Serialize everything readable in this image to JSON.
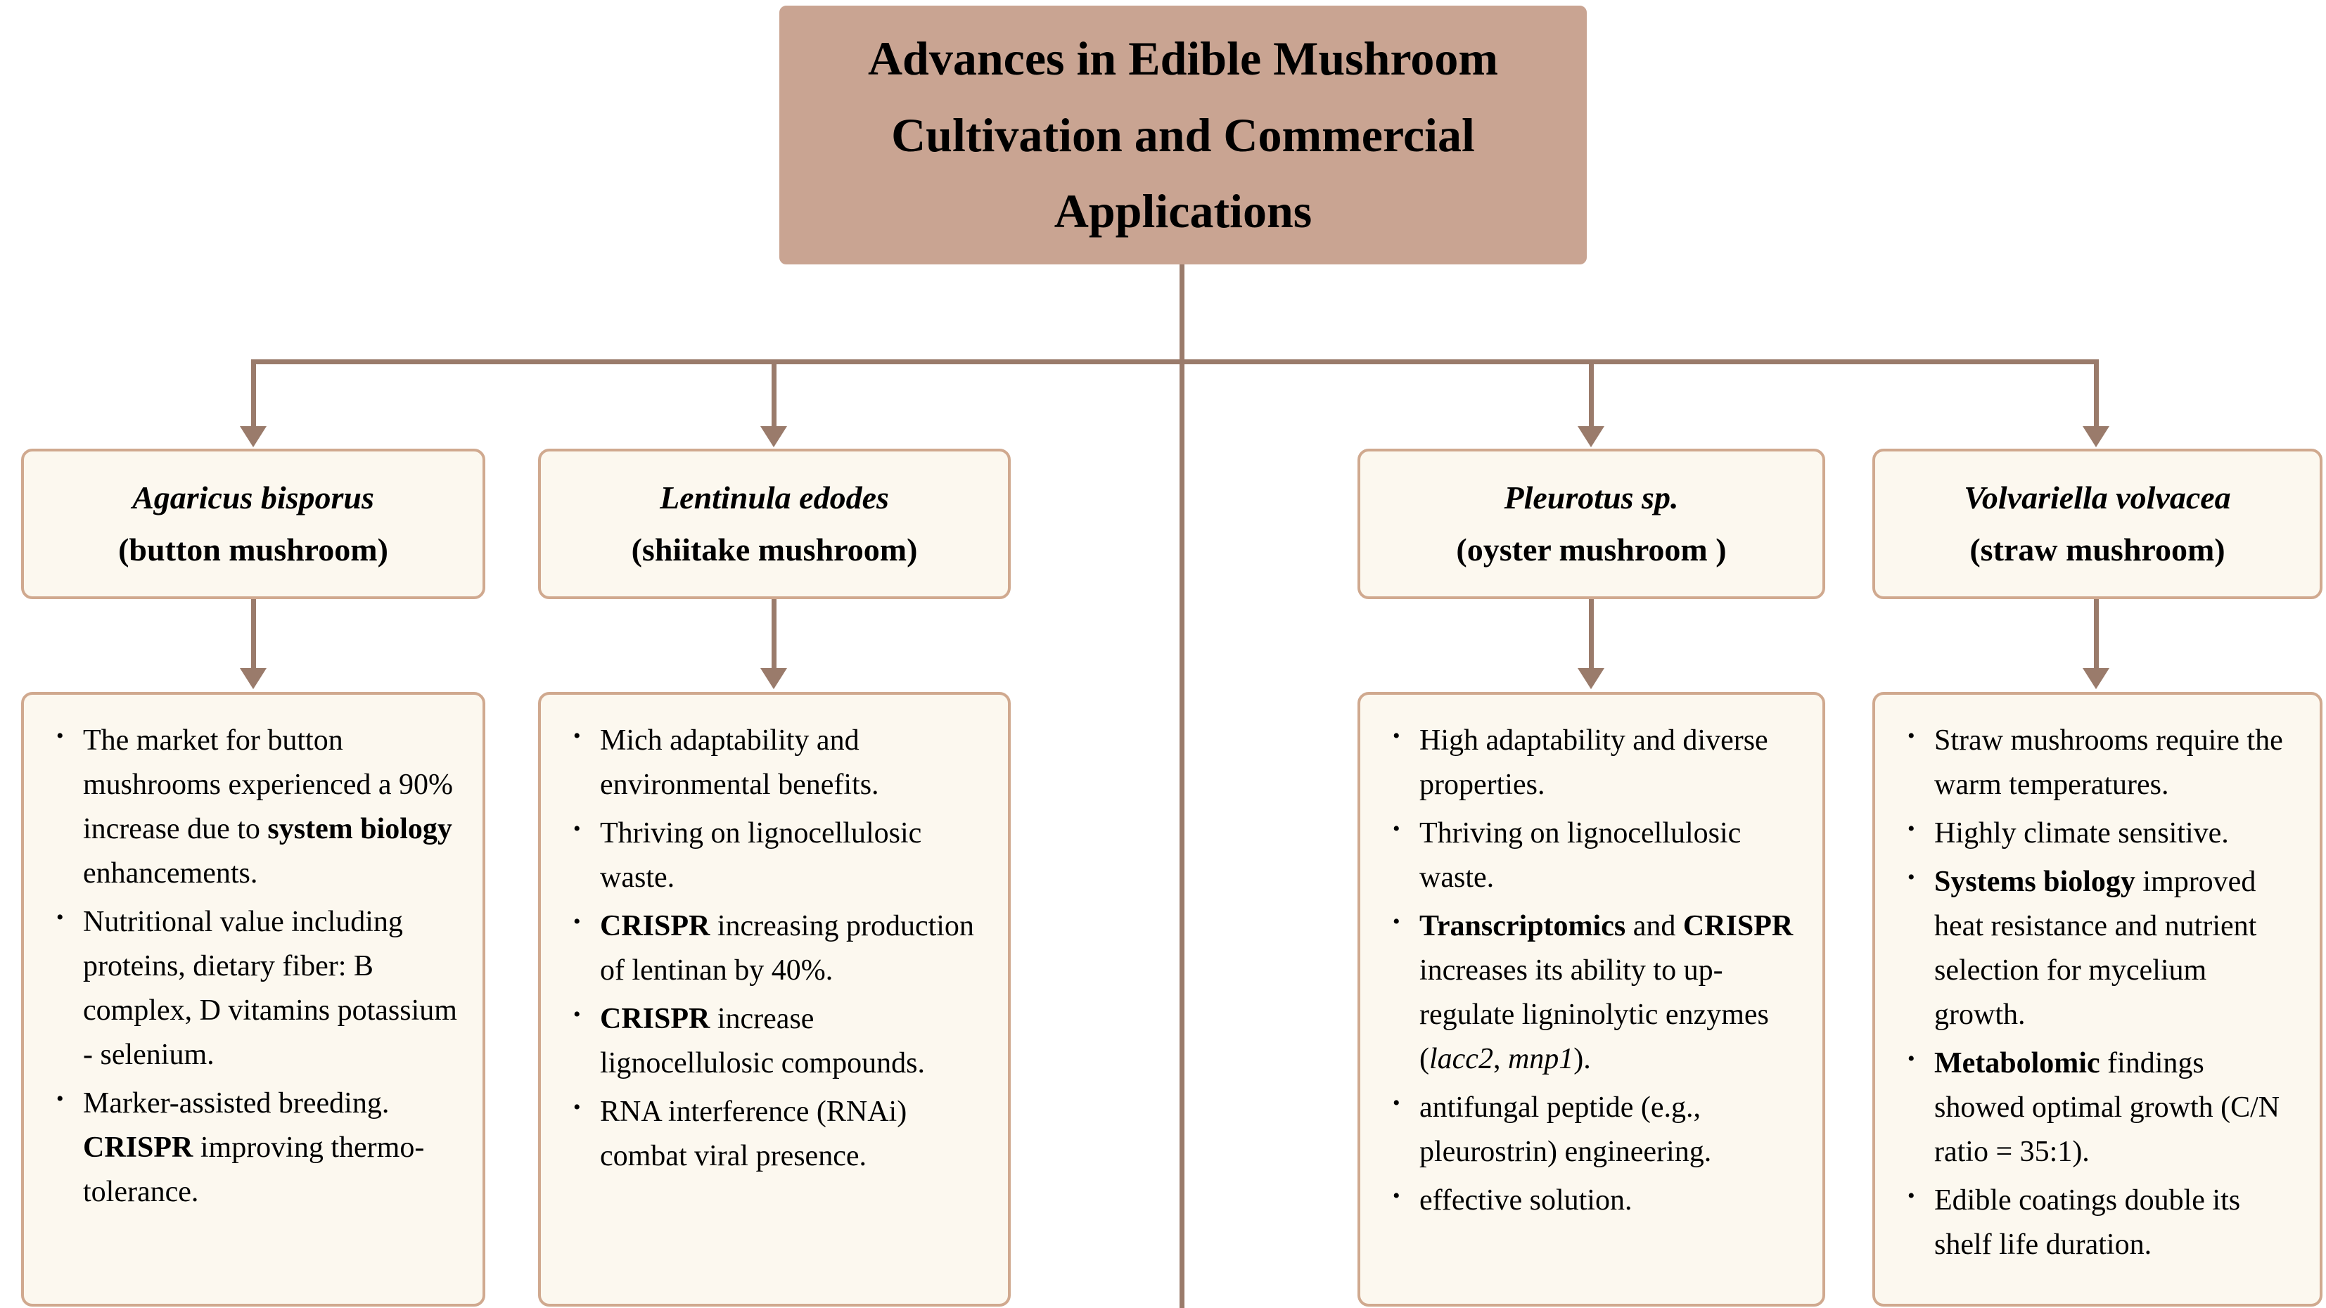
{
  "title": "Advances in Edible Mushroom Cultivation and Commercial Applications",
  "bullet_char": "•",
  "colors": {
    "title_bg": "#c9a492",
    "box_bg": "#fcf8ef",
    "box_border": "#d0a98f",
    "line": "#9a7b6b",
    "text": "#000000"
  },
  "columns": [
    {
      "species_name": "Agaricus bisporus",
      "common_name": "(button mushroom)",
      "bullets": [
        [
          {
            "text": "The market for button mushrooms experienced a 90% increase due to "
          },
          {
            "text": "system biology",
            "bold": true
          },
          {
            "text": " enhancements."
          }
        ],
        [
          {
            "text": "Nutritional value including proteins, dietary fiber: B complex, D vitamins potassium - selenium."
          }
        ],
        [
          {
            "text": "Marker-assisted breeding. "
          },
          {
            "text": "CRISPR",
            "bold": true
          },
          {
            "text": " improving thermo-tolerance."
          }
        ]
      ]
    },
    {
      "species_name": "Lentinula edodes",
      "common_name": "(shiitake mushroom)",
      "bullets": [
        [
          {
            "text": "Mich adaptability and environmental benefits."
          }
        ],
        [
          {
            "text": "Thriving on lignocellulosic waste."
          }
        ],
        [
          {
            "text": "CRISPR",
            "bold": true
          },
          {
            "text": " increasing production of lentinan by 40%."
          }
        ],
        [
          {
            "text": "CRISPR",
            "bold": true
          },
          {
            "text": " increase lignocellulosic compounds."
          }
        ],
        [
          {
            "text": "RNA interference (RNAi) combat viral presence."
          }
        ]
      ]
    },
    {
      "species_name": "Pleurotus sp.",
      "common_name": "(oyster mushroom )",
      "bullets": [
        [
          {
            "text": "High adaptability and diverse properties."
          }
        ],
        [
          {
            "text": "Thriving on lignocellulosic waste."
          }
        ],
        [
          {
            "text": "Transcriptomics",
            "bold": true
          },
          {
            "text": " and "
          },
          {
            "text": "CRISPR",
            "bold": true
          },
          {
            "text": " increases its ability to up-regulate ligninolytic enzymes ("
          },
          {
            "text": "lacc2",
            "italic": true
          },
          {
            "text": ", "
          },
          {
            "text": "mnp1",
            "italic": true
          },
          {
            "text": ")."
          }
        ],
        [
          {
            "text": "antifungal peptide (e.g., pleurostrin) engineering."
          }
        ],
        [
          {
            "text": "effective solution."
          }
        ]
      ]
    },
    {
      "species_name": "Volvariella volvacea",
      "common_name": "(straw mushroom)",
      "bullets": [
        [
          {
            "text": "Straw mushrooms require the warm temperatures."
          }
        ],
        [
          {
            "text": "Highly climate sensitive."
          }
        ],
        [
          {
            "text": "Systems biology",
            "bold": true
          },
          {
            "text": " improved heat resistance and nutrient selection for mycelium growth."
          }
        ],
        [
          {
            "text": "Metabolomic",
            "bold": true
          },
          {
            "text": " findings showed optimal growth (C/N ratio = 35:1)."
          }
        ],
        [
          {
            "text": "Edible coatings double its shelf life duration."
          }
        ]
      ]
    }
  ]
}
